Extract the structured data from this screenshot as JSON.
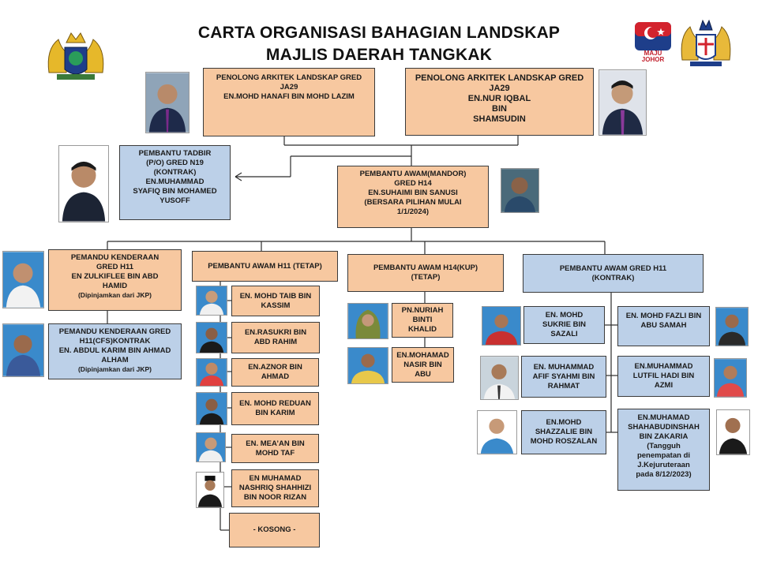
{
  "title": {
    "line1": "CARTA ORGANISASI BAHAGIAN LANDSKAP",
    "line2": "MAJLIS DAERAH TANGKAK"
  },
  "logo": {
    "left": "crest-logo",
    "maju": "MAJU\nJOHOR",
    "right": "johor-crest-logo"
  },
  "boxes": {
    "pal_hanafi": "PENOLONG ARKITEK LANDSKAP GRED\nJA29\nEN.MOHD HANAFI BIN MOHD LAZIM",
    "pal_iqbal": "PENOLONG ARKITEK LANDSKAP GRED\nJA29\nEN.NUR IQBAL\nBIN\nSHAMSUDIN",
    "tadbir": "PEMBANTU TADBIR\n(P/O) GRED N19\n(KONTRAK)\nEN.MUHAMMAD\nSYAFIQ BIN MOHAMED\nYUSOFF",
    "mandor": "PEMBANTU AWAM(MANDOR)\nGRED H14\nEN.SUHAIMI BIN SANUSI\n(BERSARA PILIHAN MULAI\n1/1/2024)",
    "pemandu1_main": "PEMANDU KENDERAAN\nGRED H11\nEN ZULKIFLEE BIN ABD\nHAMID",
    "pemandu1_note": "(Dipinjamkan dari JKP)",
    "pemandu2_main": "PEMANDU KENDERAAN GRED\nH11(CFS)KONTRAK\nEN. ABDUL KARIM BIN AHMAD\nALHAM",
    "pemandu2_note": "(Dipinjamkan dari JKP)",
    "h11_tetap": "PEMBANTU AWAM H11 (TETAP)",
    "taib": "EN. MOHD TAIB BIN\nKASSIM",
    "rasukri": "EN.RASUKRI BIN\nABD RAHIM",
    "aznor": "EN.AZNOR BIN\nAHMAD",
    "reduan": "EN. MOHD REDUAN\nBIN KARIM",
    "mean": "EN. MEA’AN BIN\nMOHD TAF",
    "nashriq": "EN MUHAMAD\nNASHRIQ SHAHHIZI\nBIN  NOOR RIZAN",
    "kosong": "- KOSONG -",
    "h14_kup": "PEMBANTU AWAM H14(KUP)\n(TETAP)",
    "nuriah": "PN.NURIAH BINTI\nKHALID",
    "nasir": "EN.MOHAMAD\nNASIR BIN ABU",
    "h11_kontrak": "PEMBANTU AWAM GRED H11\n(KONTRAK)",
    "sukrie": "EN. MOHD\nSUKRIE BIN\nSAZALI",
    "fazli": "EN. MOHD FAZLI BIN\nABU SAMAH",
    "afif": "EN. MUHAMMAD\nAFIF SYAHMI BIN\nRAHMAT",
    "lutfil": "EN.MUHAMMAD\nLUTFIL HADI BIN\nAZMI",
    "shazzalie": "EN.MOHD\nSHAZZALIE BIN\nMOHD ROSZALAN",
    "shahabudin": "EN.MUHAMAD\nSHAHABUDINSHAH\nBIN ZAKARIA\n(Tangguh\npenempatan di\nJ.Kejuruteraan\npada 8/12/2023)"
  },
  "colors": {
    "peach": "#f7c8a0",
    "blue": "#bcd0e8",
    "line": "#2b2b2b"
  }
}
